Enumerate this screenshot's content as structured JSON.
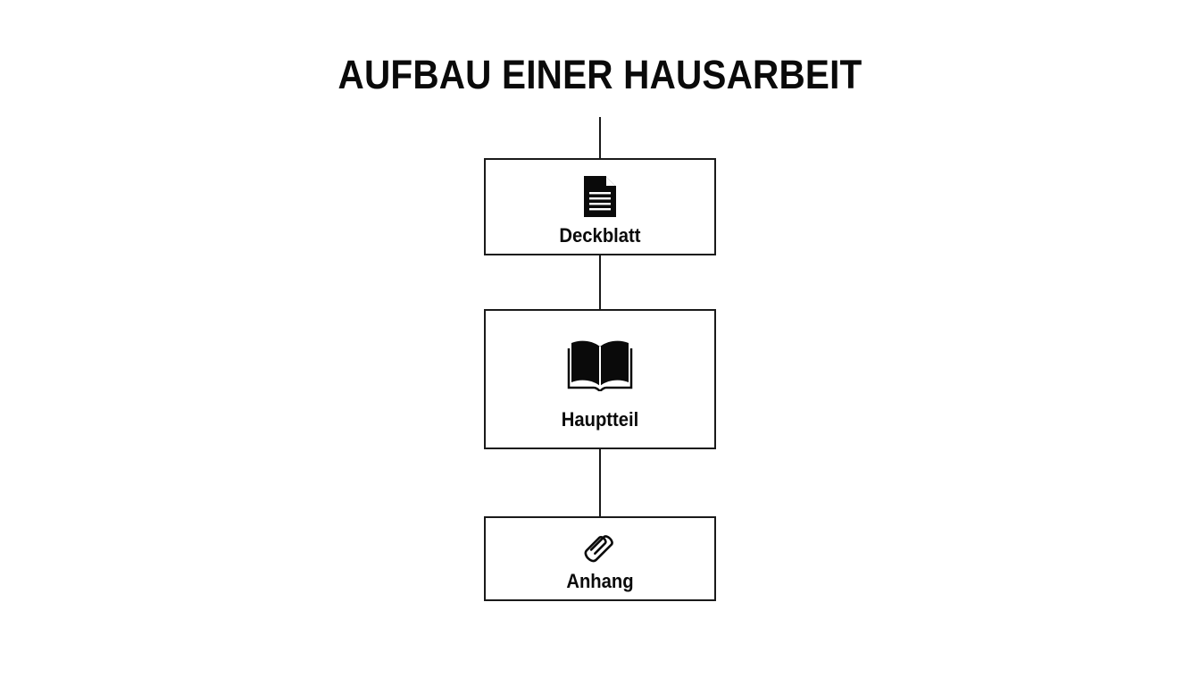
{
  "diagram": {
    "title": "AUFBAU EINER HAUSARBEIT",
    "stroke_color": "#1a1a1a",
    "background_color": "#ffffff",
    "nodes": [
      {
        "label": "Deckblatt",
        "icon": "document-icon"
      },
      {
        "label": "Hauptteil",
        "icon": "open-book-icon"
      },
      {
        "label": "Anhang",
        "icon": "paperclip-icon"
      }
    ]
  }
}
